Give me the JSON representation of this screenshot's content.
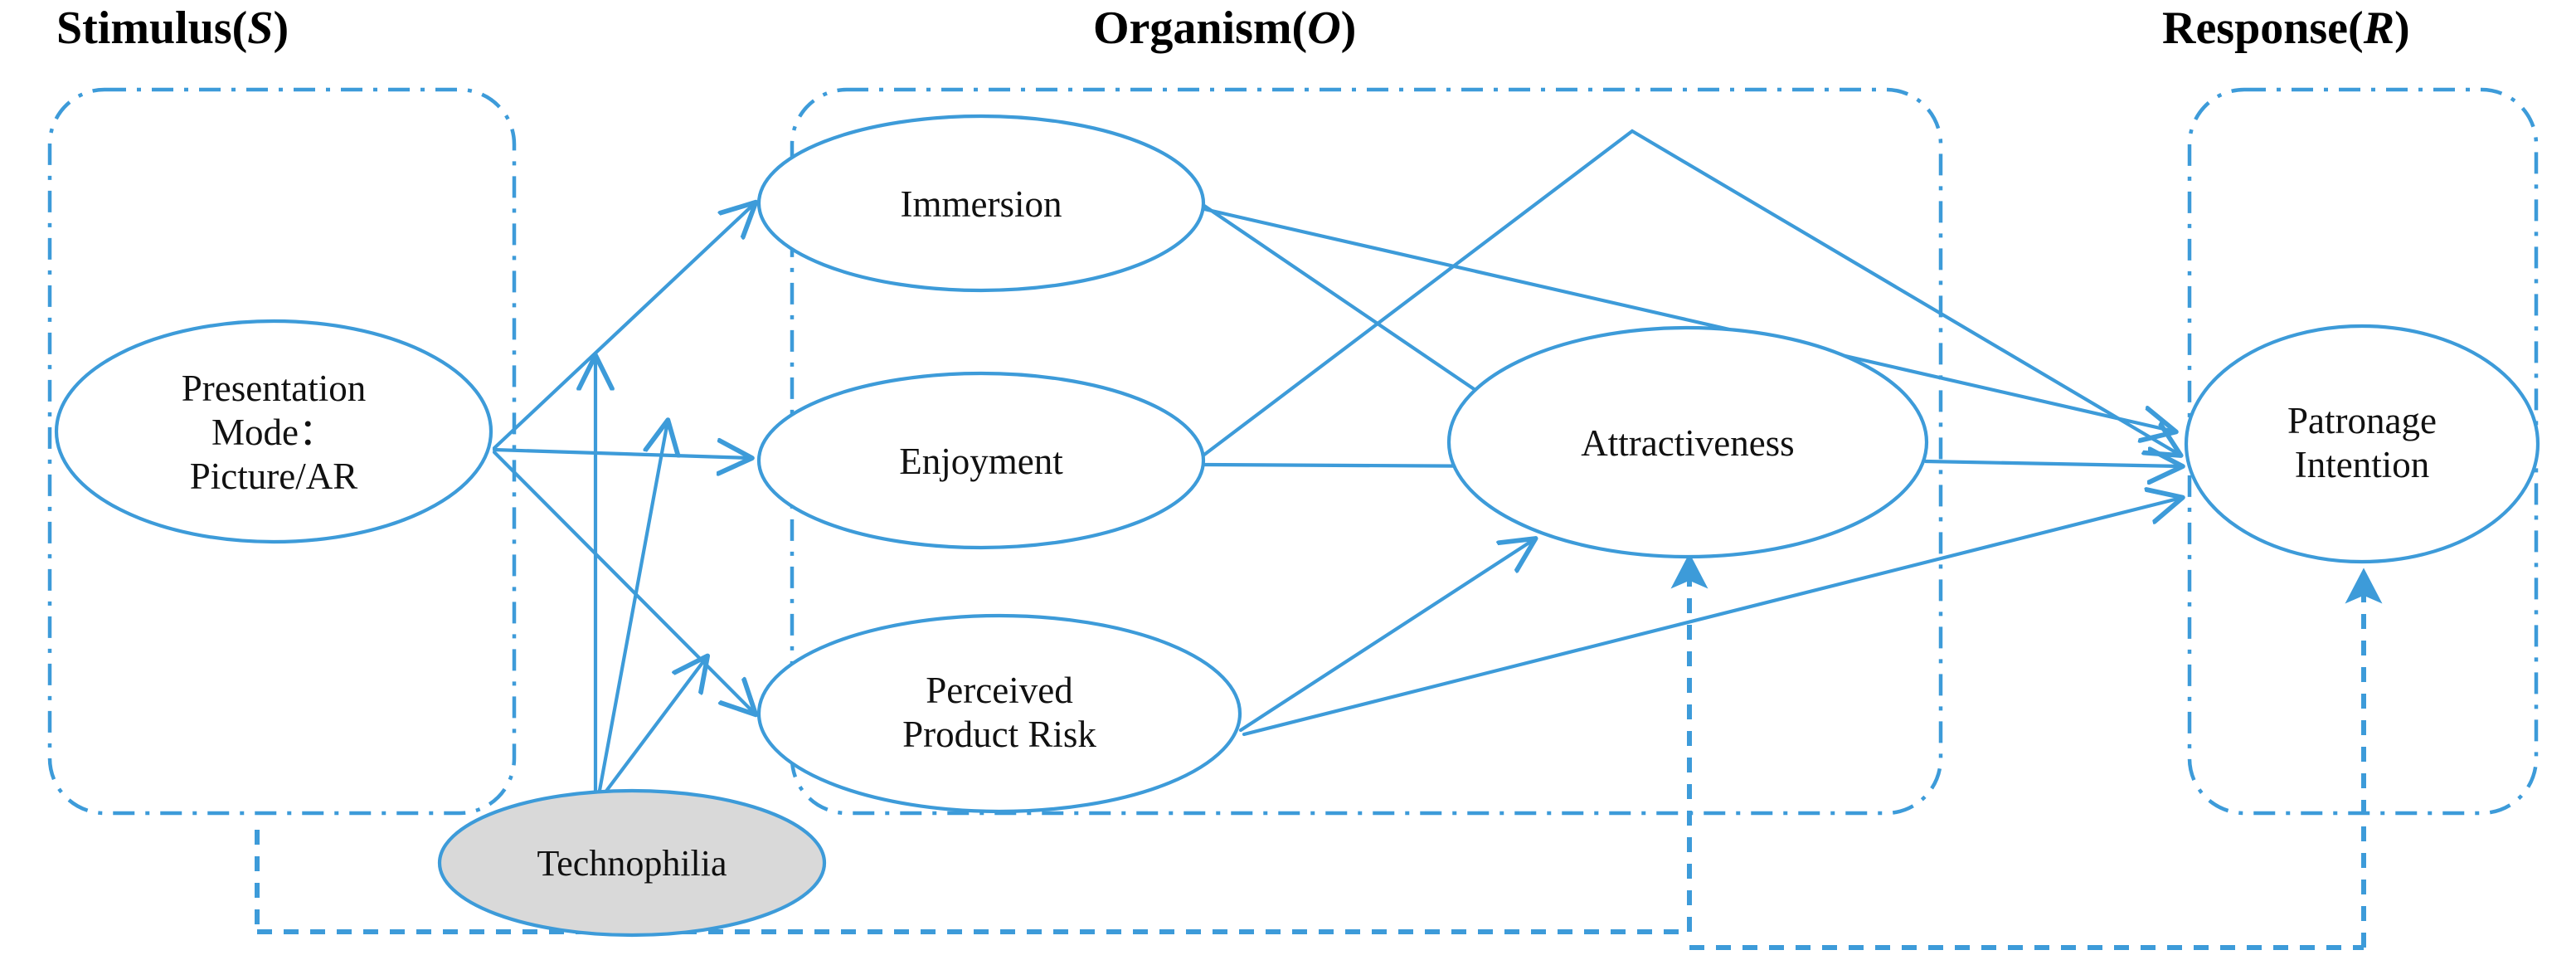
{
  "diagram": {
    "title_groups": [
      {
        "id": "stimulus",
        "text_main": "Stimulus(",
        "text_italic": "S",
        "text_end": ")"
      },
      {
        "id": "organism",
        "text_main": "Organism(",
        "text_italic": "O",
        "text_end": ")"
      },
      {
        "id": "response",
        "text_main": "Response(",
        "text_italic": "R",
        "text_end": ")"
      }
    ],
    "nodes": {
      "presentation_mode": "Presentation\nMode：\nPicture/AR",
      "immersion": "Immersion",
      "enjoyment": "Enjoyment",
      "perceived_product_risk": "Perceived\nProduct Risk",
      "attractiveness": "Attractiveness",
      "patronage_intention": "Patronage\nIntention",
      "technophilia": "Technophilia"
    },
    "colors": {
      "line": "#3d9bd9",
      "node_stroke": "#3d9bd9",
      "node_fill": "#ffffff",
      "moderator_fill": "#d9d9d9",
      "group_border": "#3d9bd9",
      "title_text": "#000000",
      "label_text": "#111111",
      "background": "#ffffff"
    }
  }
}
